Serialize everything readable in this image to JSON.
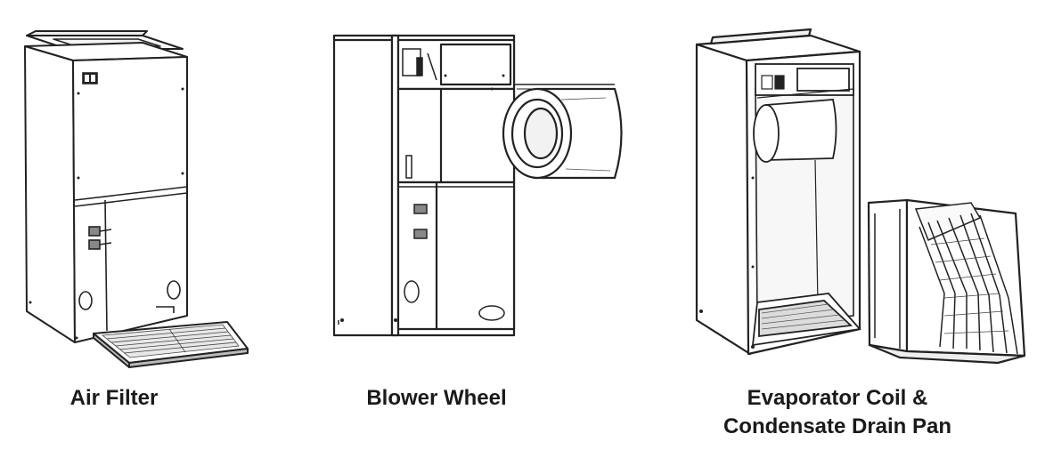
{
  "components": [
    {
      "id": "air-filter",
      "caption_lines": [
        "Air Filter"
      ]
    },
    {
      "id": "blower-wheel",
      "caption_lines": [
        "Blower Wheel"
      ]
    },
    {
      "id": "evaporator-coil",
      "caption_lines": [
        "Evaporator Coil &",
        "Condensate Drain Pan"
      ]
    }
  ],
  "colors": {
    "line": "#222222",
    "fill": "#ffffff",
    "shade": "#d9d9d9",
    "caption": "#1a1a1a"
  }
}
